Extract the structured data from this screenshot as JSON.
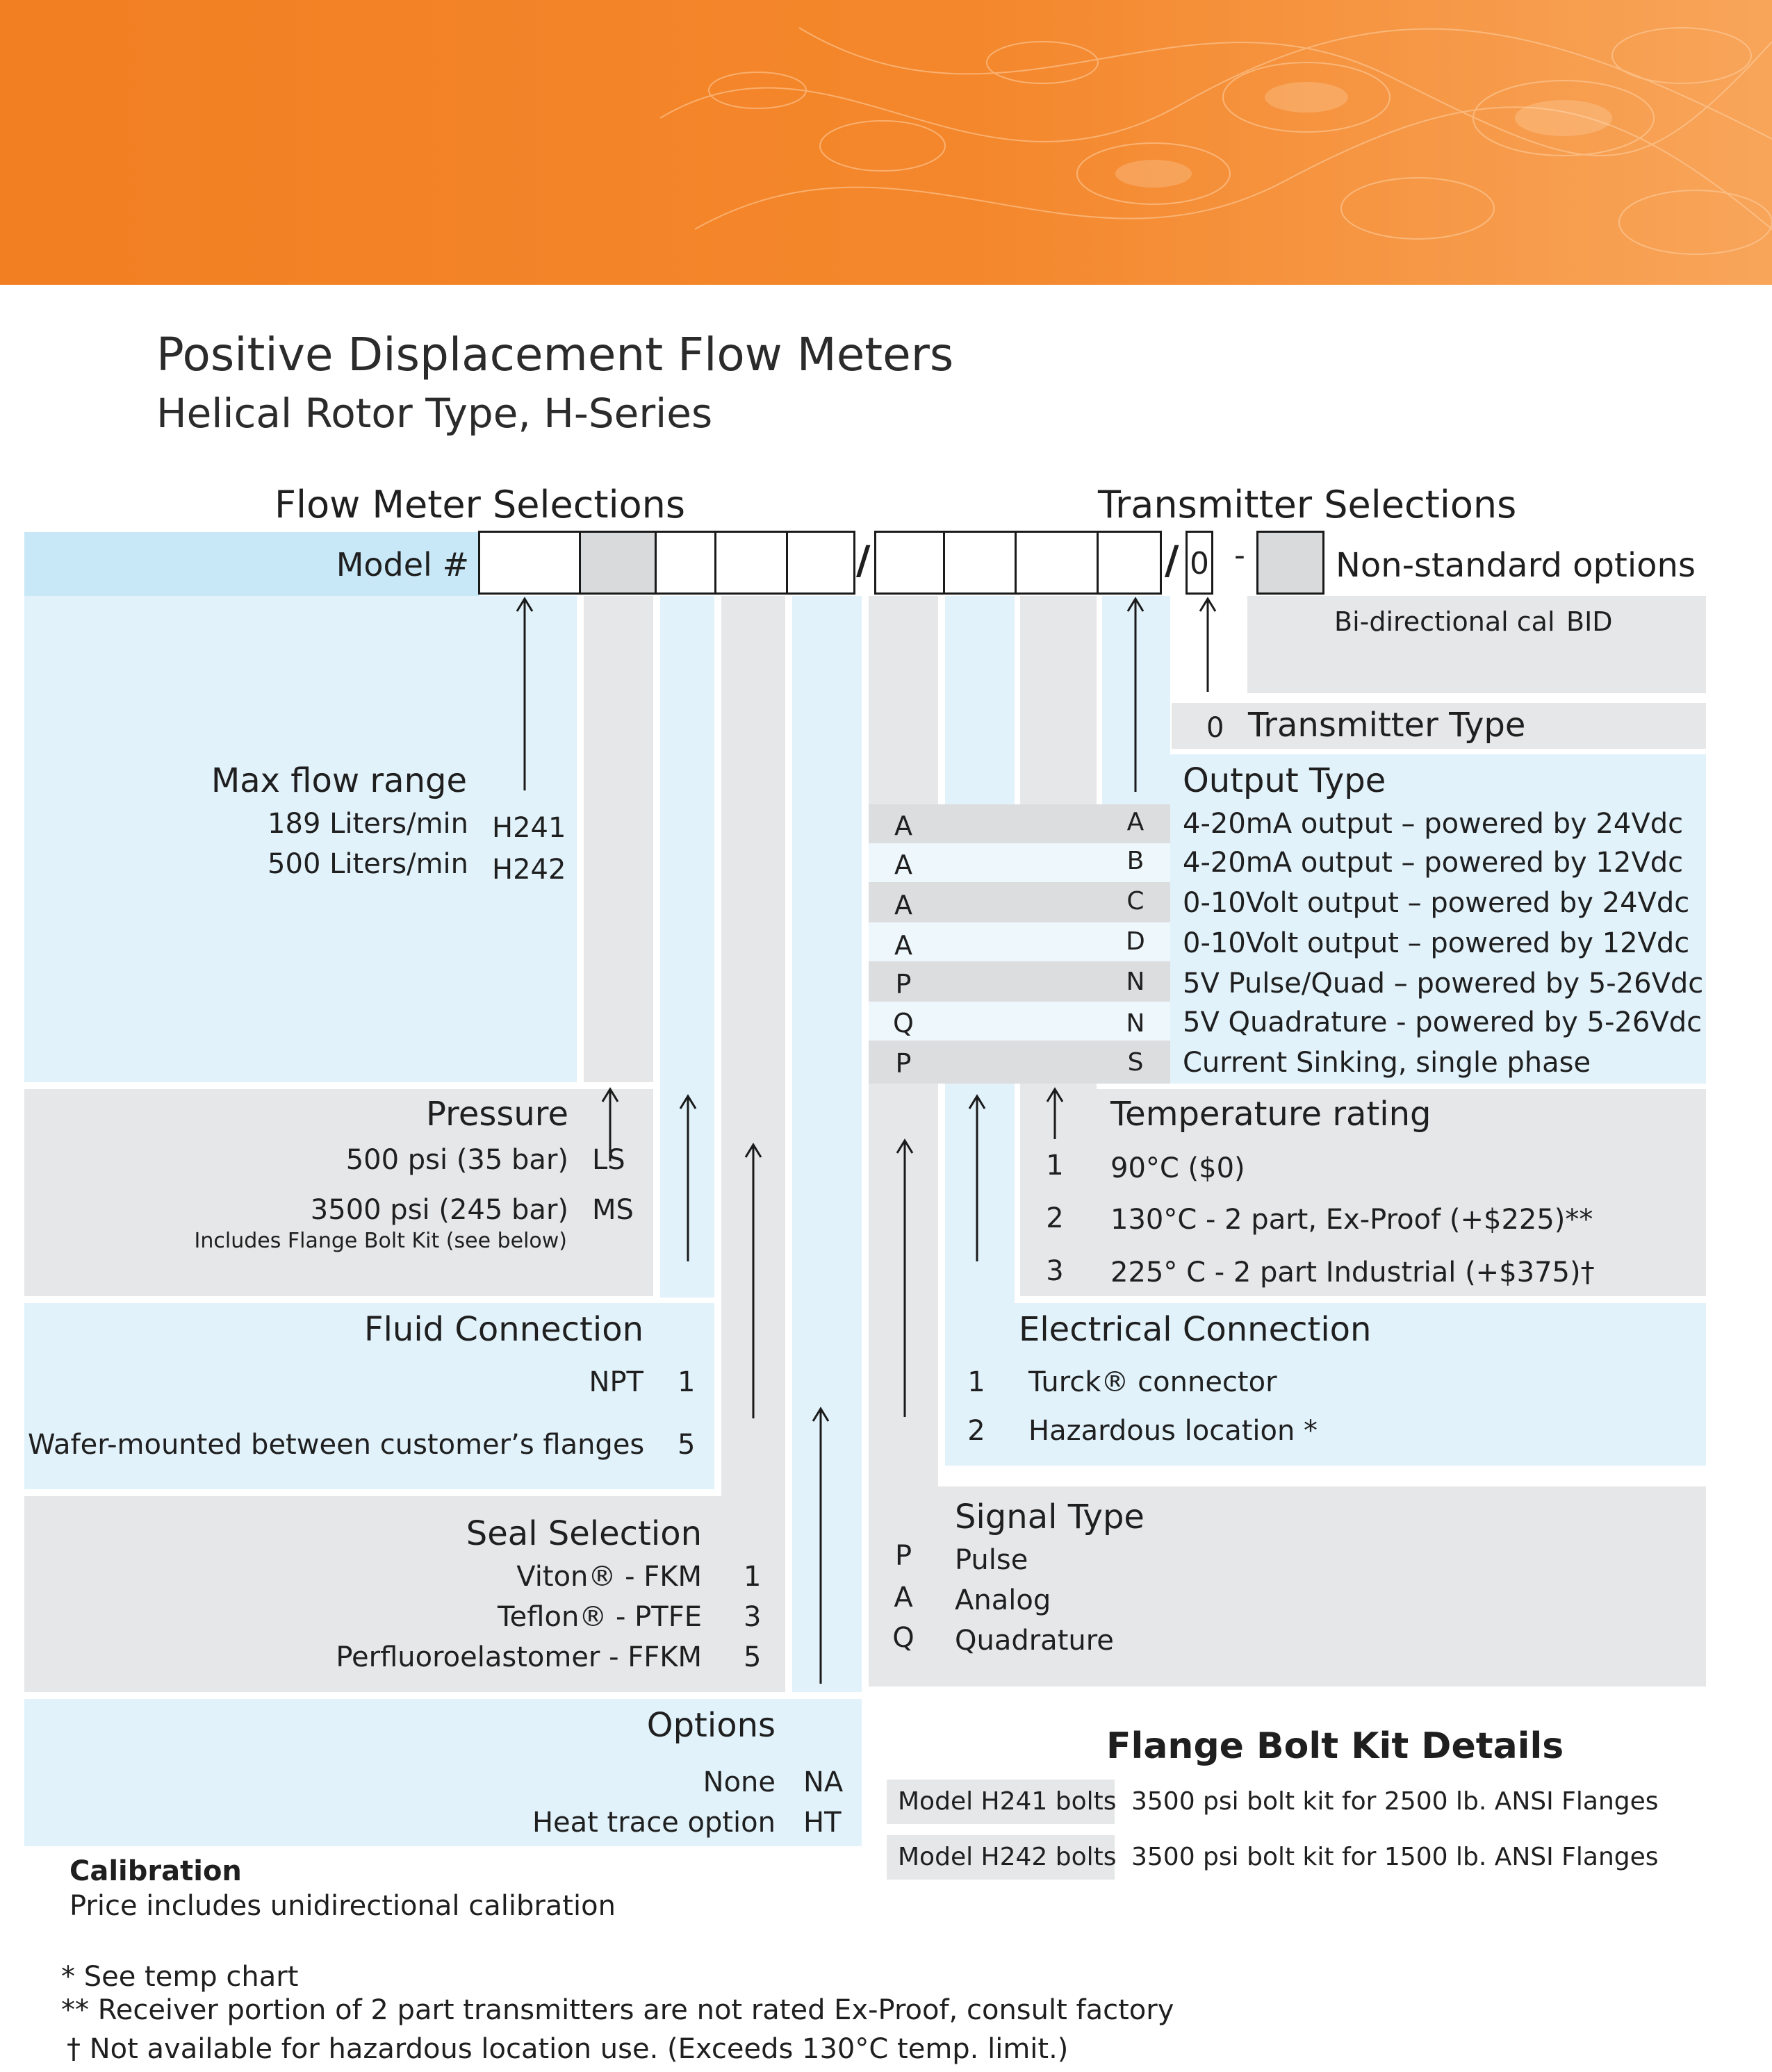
{
  "doc": {
    "title": "Positive Displacement Flow Meters",
    "subtitle": "Helical Rotor Type, H-Series",
    "flow_meter_heading": "Flow Meter Selections",
    "transmitter_heading": "Transmitter Selections",
    "model_label": "Model #",
    "slash1": "/",
    "slash2": "/",
    "fixed_zero": "0",
    "dash": "-",
    "nonstandard_label": "Non-standard options",
    "bidir": {
      "label": "Bi-directional cal",
      "code": "BID"
    },
    "transmitter_type": {
      "code": "0",
      "label": "Transmitter Type"
    },
    "max_flow": {
      "heading": "Max flow range",
      "rows": [
        {
          "label": "189  Liters/min",
          "code": "H241"
        },
        {
          "label": "500 Liters/min",
          "code": "H242"
        }
      ]
    },
    "pressure": {
      "heading": "Pressure",
      "rows": [
        {
          "label": "500 psi (35 bar)",
          "code": "LS"
        },
        {
          "label": "3500 psi (245 bar)",
          "code": "MS"
        }
      ],
      "note": "Includes Flange Bolt Kit (see below)"
    },
    "fluid": {
      "heading": "Fluid Connection",
      "rows": [
        {
          "label": "NPT",
          "code": "1"
        },
        {
          "label": "Wafer-mounted between customer’s flanges",
          "code": "5"
        }
      ]
    },
    "seal": {
      "heading": "Seal Selection",
      "rows": [
        {
          "label": "Viton® - FKM",
          "code": "1"
        },
        {
          "label": "Teflon® - PTFE",
          "code": "3"
        },
        {
          "label": "Perfluoroelastomer - FFKM",
          "code": "5"
        }
      ]
    },
    "options": {
      "heading": "Options",
      "rows": [
        {
          "label": "None",
          "code": "NA"
        },
        {
          "label": "Heat trace option",
          "code": "HT"
        }
      ]
    },
    "calibration": {
      "heading": "Calibration",
      "text": "Price includes unidirectional calibration"
    },
    "output": {
      "heading": "Output Type",
      "rows": [
        {
          "signal": "A",
          "code": "A",
          "label": "4-20mA output – powered by 24Vdc"
        },
        {
          "signal": "A",
          "code": "B",
          "label": "4-20mA output – powered by 12Vdc"
        },
        {
          "signal": "A",
          "code": "C",
          "label": "0-10Volt output – powered by 24Vdc"
        },
        {
          "signal": "A",
          "code": "D",
          "label": "0-10Volt output – powered by 12Vdc"
        },
        {
          "signal": "P",
          "code": "N",
          "label": "5V Pulse/Quad – powered by 5-26Vdc"
        },
        {
          "signal": "Q",
          "code": "N",
          "label": "5V Quadrature - powered by 5-26Vdc"
        },
        {
          "signal": "P",
          "code": "S",
          "label": "Current Sinking, single phase"
        }
      ]
    },
    "temperature": {
      "heading": "Temperature rating",
      "rows": [
        {
          "code": "1",
          "label": "90°C ($0)"
        },
        {
          "code": "2",
          "label": "130°C - 2 part, Ex-Proof (+$225)**"
        },
        {
          "code": "3",
          "label": "225° C - 2 part Industrial (+$375)†"
        }
      ]
    },
    "electrical": {
      "heading": "Electrical Connection",
      "rows": [
        {
          "code": "1",
          "label": "Turck® connector"
        },
        {
          "code": "2",
          "label": "Hazardous location *"
        }
      ]
    },
    "signal": {
      "heading": "Signal Type",
      "rows": [
        {
          "code": "P",
          "label": "Pulse"
        },
        {
          "code": "A",
          "label": "Analog"
        },
        {
          "code": "Q",
          "label": "Quadrature"
        }
      ]
    },
    "flange": {
      "heading": "Flange Bolt Kit Details",
      "rows": [
        {
          "model": "Model H241 bolts",
          "desc": "3500 psi bolt kit for 2500 lb. ANSI Flanges"
        },
        {
          "model": "Model H242 bolts",
          "desc": "3500 psi bolt kit for 1500 lb. ANSI Flanges"
        }
      ]
    },
    "footnotes": [
      "* See temp chart",
      "** Receiver portion of 2 part transmitters are not rated Ex-Proof, consult factory",
      "† Not available for hazardous location use. (Exceeds 130°C temp. limit.)"
    ]
  },
  "colors": {
    "banner": "#f4862b",
    "light_blue": "#e1f2fb",
    "gray": "#e6e7e8"
  }
}
